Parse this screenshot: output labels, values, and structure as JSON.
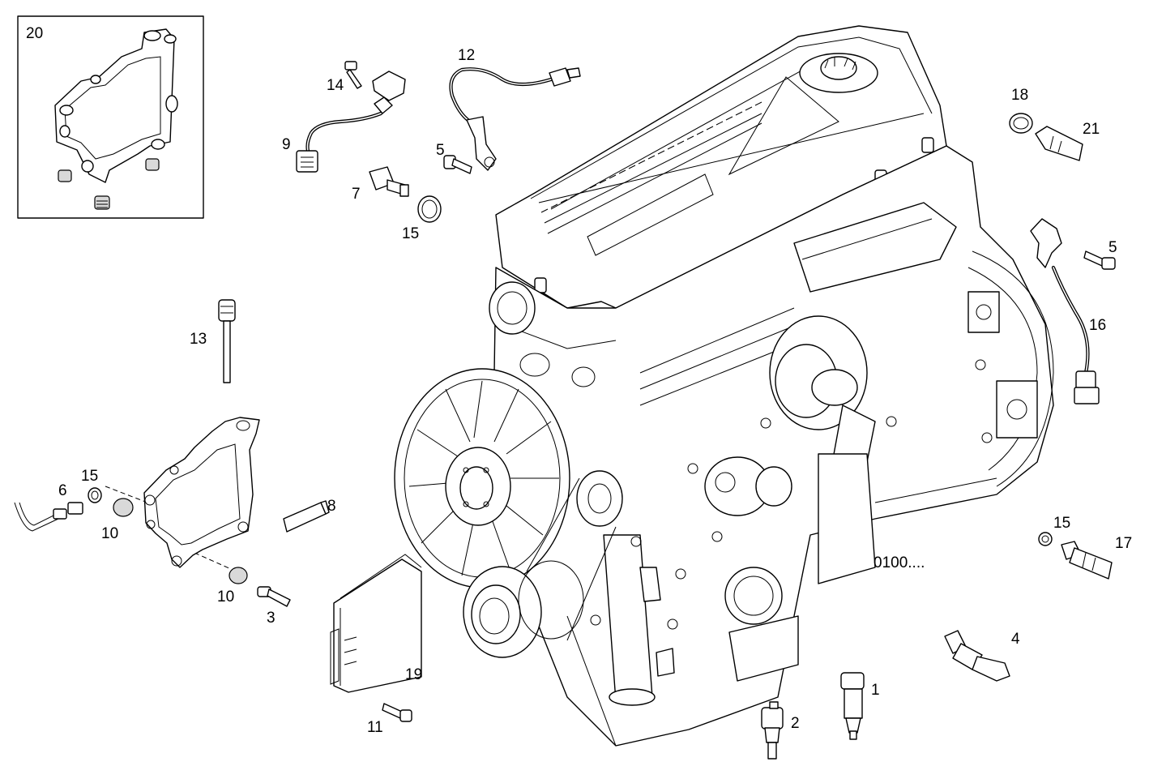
{
  "diagram": {
    "code_label": "0100....",
    "callouts": [
      {
        "id": "c20",
        "text": "20"
      },
      {
        "id": "c14",
        "text": "14"
      },
      {
        "id": "c12",
        "text": "12"
      },
      {
        "id": "c9",
        "text": "9"
      },
      {
        "id": "c5a",
        "text": "5"
      },
      {
        "id": "c7",
        "text": "7"
      },
      {
        "id": "c15a",
        "text": "15"
      },
      {
        "id": "c18",
        "text": "18"
      },
      {
        "id": "c21",
        "text": "21"
      },
      {
        "id": "c5b",
        "text": "5"
      },
      {
        "id": "c16",
        "text": "16"
      },
      {
        "id": "c13",
        "text": "13"
      },
      {
        "id": "c6",
        "text": "6"
      },
      {
        "id": "c15b",
        "text": "15"
      },
      {
        "id": "c10a",
        "text": "10"
      },
      {
        "id": "c8",
        "text": "8"
      },
      {
        "id": "c10b",
        "text": "10"
      },
      {
        "id": "c3",
        "text": "3"
      },
      {
        "id": "c19",
        "text": "19"
      },
      {
        "id": "c11",
        "text": "11"
      },
      {
        "id": "c2",
        "text": "2"
      },
      {
        "id": "c1",
        "text": "1"
      },
      {
        "id": "c4",
        "text": "4"
      },
      {
        "id": "c15c",
        "text": "15"
      },
      {
        "id": "c17",
        "text": "17"
      }
    ]
  }
}
